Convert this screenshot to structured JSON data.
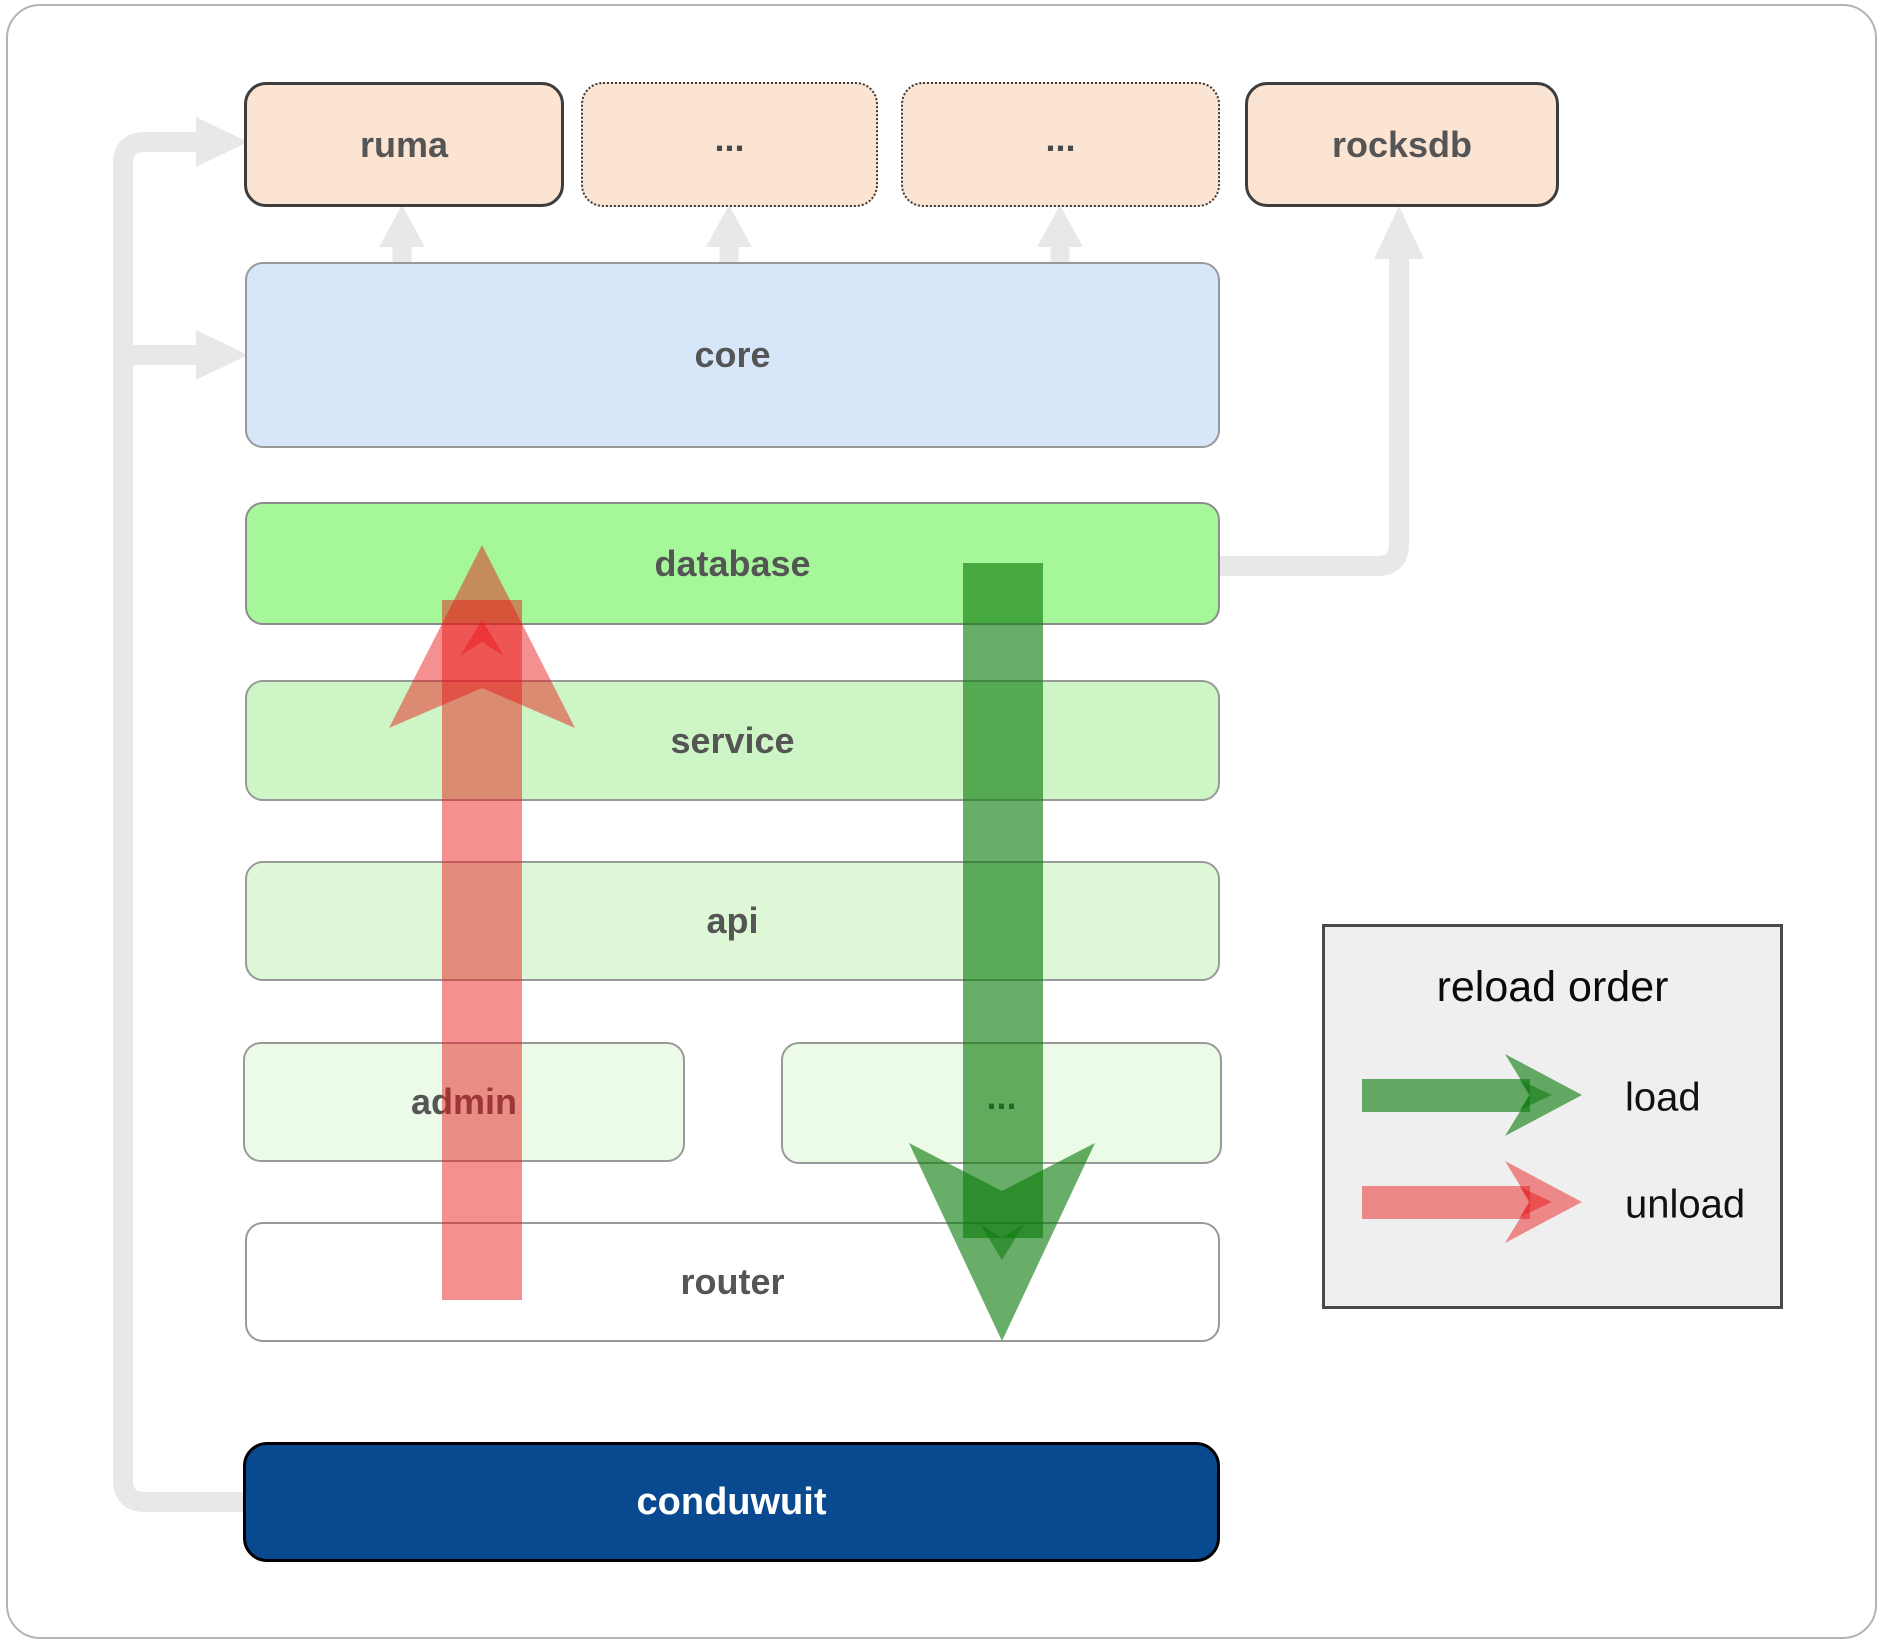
{
  "nodes": {
    "ruma": "ruma",
    "ellipsis_top_left": "...",
    "ellipsis_top_right": "...",
    "rocksdb": "rocksdb",
    "core": "core",
    "database": "database",
    "service": "service",
    "api": "api",
    "admin": "admin",
    "ellipsis_admin": "...",
    "router": "router",
    "conduwuit": "conduwuit"
  },
  "legend": {
    "title": "reload order",
    "items": [
      {
        "label": "load",
        "color": "#0c7a0c"
      },
      {
        "label": "unload",
        "color": "#e81717"
      }
    ]
  },
  "colors": {
    "peach": "#fce4d3",
    "peach-border": "#3d3d3d",
    "blue": "#d5e7f8",
    "green-bright": "#a5f79a",
    "green-mid": "#cdf5c5",
    "green-light": "#def8d7",
    "green-faint": "#ecfae8",
    "navy": "#09498f",
    "connector-gray": "#e8e8e8",
    "box-border": "#999999",
    "label-gray": "#555555",
    "legend-bg": "#efefef",
    "legend-border": "#4a4a4a",
    "load-green": "#0c7a0c",
    "unload-red": "#e81717"
  }
}
